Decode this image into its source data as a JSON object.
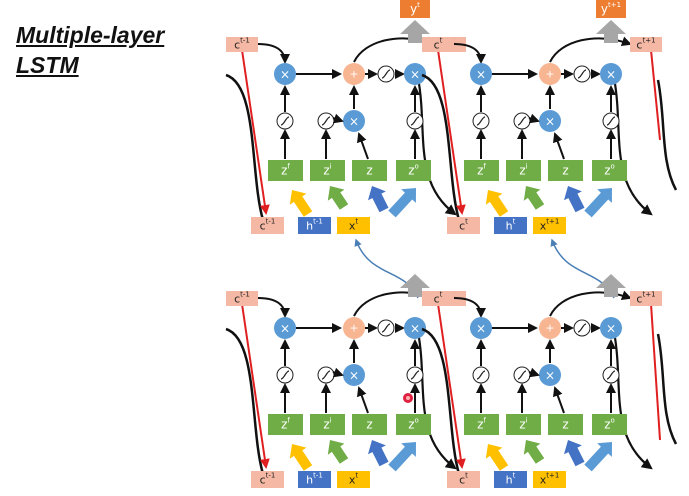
{
  "title": {
    "line1": "Multiple-layer",
    "line2": "LSTM"
  },
  "colors": {
    "cell_box": "#f4b8a4",
    "gate_box": "#70ad47",
    "h_box": "#4472c4",
    "x_box": "#ffc000",
    "y_box": "#ed7d31",
    "op_circle": "#5b9bd5",
    "plus_circle": "#f8b592",
    "red_line": "#e02020",
    "link_line": "#4a7fb5"
  },
  "units": [
    {
      "c_in": {
        "base": "c",
        "sup": "t-1"
      },
      "c_out": {
        "base": "c",
        "sup": "t"
      },
      "c_bottom": {
        "base": "c",
        "sup": "t-1"
      },
      "h": {
        "base": "h",
        "sup": "t-1"
      },
      "x": {
        "base": "x",
        "sup": "t"
      },
      "y": {
        "base": "y",
        "sup": "t"
      },
      "gates": [
        {
          "base": "z",
          "sup": "f"
        },
        {
          "base": "z",
          "sup": "i"
        },
        {
          "base": "z",
          "sup": ""
        },
        {
          "base": "z",
          "sup": "o"
        }
      ]
    },
    {
      "c_in": {
        "base": "c",
        "sup": "t"
      },
      "c_out": {
        "base": "c",
        "sup": "t+1"
      },
      "c_bottom": {
        "base": "c",
        "sup": "t"
      },
      "h": {
        "base": "h",
        "sup": "t"
      },
      "x": {
        "base": "x",
        "sup": "t+1"
      },
      "y": {
        "base": "y",
        "sup": "t+1"
      },
      "gates": [
        {
          "base": "z",
          "sup": "f"
        },
        {
          "base": "z",
          "sup": "i"
        },
        {
          "base": "z",
          "sup": ""
        },
        {
          "base": "z",
          "sup": "o"
        }
      ]
    },
    {
      "c_in": {
        "base": "c",
        "sup": "t-1"
      },
      "c_out": {
        "base": "c",
        "sup": "t"
      },
      "c_bottom": {
        "base": "c",
        "sup": "t-1"
      },
      "h": {
        "base": "h",
        "sup": "t-1"
      },
      "x": {
        "base": "x",
        "sup": "t"
      },
      "y": null,
      "gates": [
        {
          "base": "z",
          "sup": "f"
        },
        {
          "base": "z",
          "sup": "i"
        },
        {
          "base": "z",
          "sup": ""
        },
        {
          "base": "z",
          "sup": "o"
        }
      ]
    },
    {
      "c_in": {
        "base": "c",
        "sup": "t"
      },
      "c_out": {
        "base": "c",
        "sup": "t+1"
      },
      "c_bottom": {
        "base": "c",
        "sup": "t"
      },
      "h": {
        "base": "h",
        "sup": "t"
      },
      "x": {
        "base": "x",
        "sup": "t+1"
      },
      "y": null,
      "gates": [
        {
          "base": "z",
          "sup": "f"
        },
        {
          "base": "z",
          "sup": "i"
        },
        {
          "base": "z",
          "sup": ""
        },
        {
          "base": "z",
          "sup": "o"
        }
      ]
    }
  ]
}
